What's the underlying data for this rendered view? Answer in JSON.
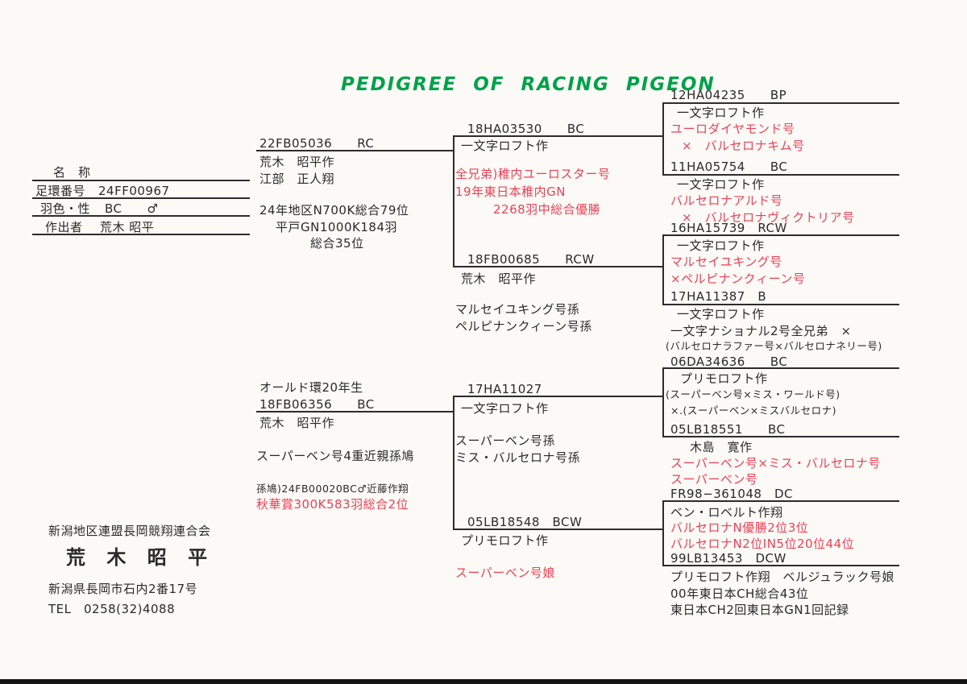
{
  "title": "PEDIGREE  OF  RACING  PIGEON",
  "colors": {
    "accent_green": "#00A14B",
    "accent_red": "#EE3F55",
    "line": "#2E2C2A"
  },
  "info": {
    "name_label": "名　称",
    "ring_label": "足環番号",
    "ring_value": "24FF00967",
    "color_label": "羽色・性",
    "color_value": "BC　　♂",
    "breeder_label": "作出者",
    "breeder_value": "荒木 昭平"
  },
  "sire": {
    "ring": "22FB05036　　RC",
    "breeder": "荒木　昭平作",
    "flyer": "江部　正人翔",
    "result1": "24年地区N700K総合79位",
    "result2": "平戸GN1000K184羽",
    "result3": "総合35位"
  },
  "dam": {
    "age_note": "オールド環20年生",
    "ring": "18FB06356　　BC",
    "breeder": "荒木　昭平作",
    "note1": "スーパーベン号4重近親孫鳩",
    "note2": "孫鳩)24FB00020BC♂近藤作翔",
    "red1": "秋華賞300K583羽総合2位"
  },
  "gp1": {
    "ring": "18HA03530　　BC",
    "loft": "一文字ロフト作",
    "red1": "全兄弟)稚内ユーロスター号",
    "red2": "19年東日本稚内GN",
    "red3": "2268羽中総合優勝"
  },
  "gp2": {
    "ring": "18FB00685　　RCW",
    "loft": "荒木　昭平作",
    "note1": "マルセイユキング号孫",
    "note2": "ペルピナンクィーン号孫"
  },
  "gp3": {
    "ring": "17HA11027",
    "loft": "一文字ロフト作",
    "note1": "スーパーベン号孫",
    "note2": "ミス・バルセロナ号孫"
  },
  "gp4": {
    "ring": "05LB18548　BCW",
    "loft": "プリモロフト作",
    "red1": "スーパーベン号娘"
  },
  "ggp1": {
    "ring": "12HA04235　　BP",
    "loft": "一文字ロフト作",
    "red1": "ユーロダイヤモンド号",
    "red2": "×　バルセロナキム号"
  },
  "ggp2": {
    "ring": "11HA05754　　BC",
    "loft": "一文字ロフト作",
    "red1": "バルセロナアルド号",
    "red2": "×　バルセロナヴィクトリア号"
  },
  "ggp3": {
    "ring": "16HA15739　RCW",
    "loft": "一文字ロフト作",
    "red1": "マルセイユキング号",
    "red2": "×ペルピナンクィーン号"
  },
  "ggp4": {
    "ring": "17HA11387　B",
    "loft": "一文字ロフト作",
    "note1": "一文字ナショナル2号全兄弟　×",
    "note2": "(バルセロナラファー号×バルセロナネリー号)"
  },
  "ggp5": {
    "ring": "06DA34636　　BC",
    "loft": "プリモロフト作",
    "note1": "(スーパーベン号×ミス・ワールド号)",
    "note2": "×.(スーパーベン×ミスバルセロナ)"
  },
  "ggp6": {
    "ring": "05LB18551　　BC",
    "loft": "木島　寛作",
    "red1": "スーパーベン号×ミス・バルセロナ号",
    "red2": "スーパーベン号"
  },
  "ggp7": {
    "ring": "FR98−361048　DC",
    "loft": "ベン・ロベルト作翔",
    "red1": "バルセロナN優勝2位3位",
    "red2": "バルセロナN2位IN5位20位44位"
  },
  "ggp8": {
    "ring": "99LB13453　DCW",
    "loft": "プリモロフト作翔　ベルジュラック号娘",
    "note1": "00年東日本CH総合43位",
    "note2": "東日本CH2回東日本GN1回記録"
  },
  "footer": {
    "org": "新潟地区連盟長岡競翔連合会",
    "name": "荒 木 昭 平",
    "address": "新潟県長岡市石内2番17号",
    "tel": "TEL　0258(32)4088"
  }
}
